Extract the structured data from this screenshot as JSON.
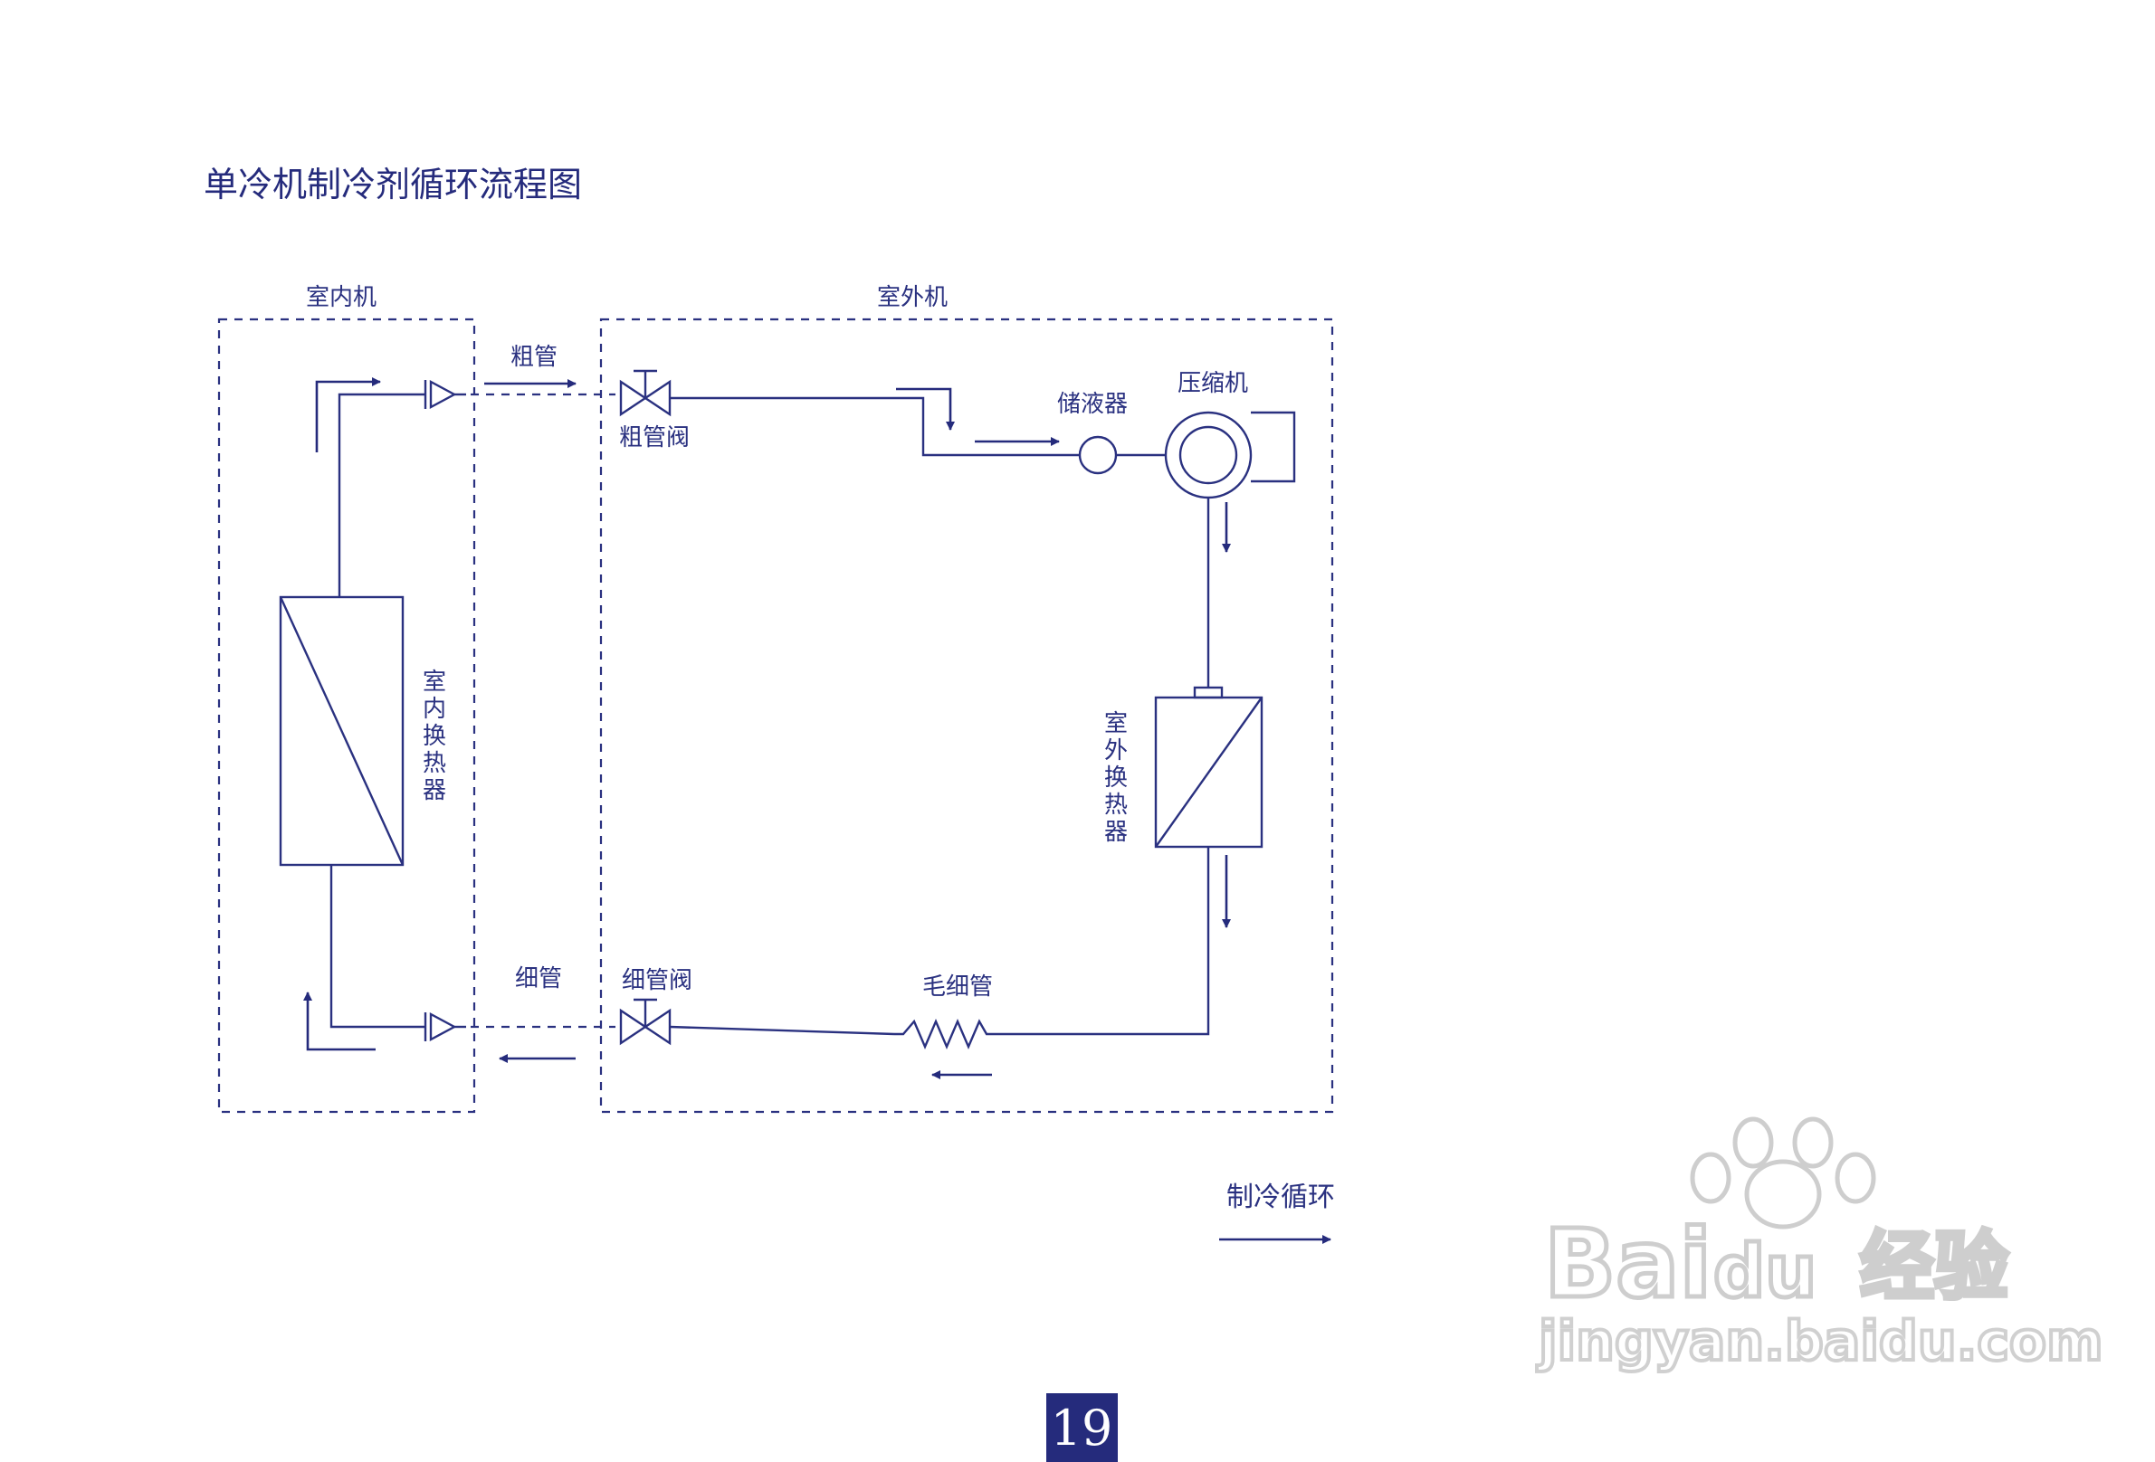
{
  "title": "单冷机制冷剂循环流程图",
  "indoor_unit_label": "室内机",
  "outdoor_unit_label": "室外机",
  "thick_pipe_label": "粗管",
  "thick_pipe_valve_label": "粗管阀",
  "accumulator_label": "储液器",
  "compressor_label": "压缩机",
  "indoor_hx_label": [
    "室",
    "内",
    "换",
    "热",
    "器"
  ],
  "outdoor_hx_label": [
    "室",
    "外",
    "换",
    "热",
    "器"
  ],
  "thin_pipe_label": "细管",
  "thin_pipe_valve_label": "细管阀",
  "capillary_label": "毛细管",
  "legend_label": "制冷循环",
  "page_number": "19",
  "watermark": {
    "brand_latin": "Bai",
    "brand_du": "du",
    "brand_cn": "经验",
    "url": "jingyan.baidu.com"
  },
  "colors": {
    "line": "#2a3180",
    "accent": "#252b7c",
    "watermark": "#c9c9c9"
  }
}
